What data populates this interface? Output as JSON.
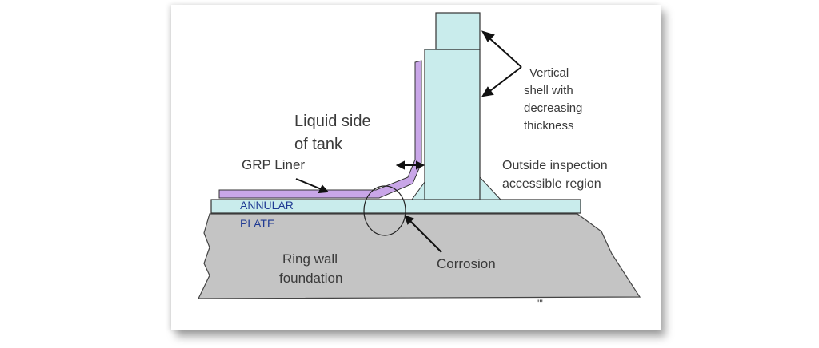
{
  "labels": {
    "shell_line1": "Vertical",
    "shell_line2": "shell with",
    "shell_line3": "decreasing",
    "shell_line4": "thickness",
    "liquid_line1": "Liquid side",
    "liquid_line2": "of tank",
    "grp_liner": "GRP Liner",
    "outside_line1": "Outside inspection",
    "outside_line2": "accessible region",
    "annular_line1": "ANNULAR",
    "annular_line2": "PLATE",
    "ringwall_line1": "Ring wall",
    "ringwall_line2": "foundation",
    "corrosion": "Corrosion"
  },
  "colors": {
    "shell_fill": "#c9ecec",
    "liner_fill": "#c9a6e8",
    "foundation_fill": "#c4c4c4",
    "annular_text": "#1f3a93"
  }
}
